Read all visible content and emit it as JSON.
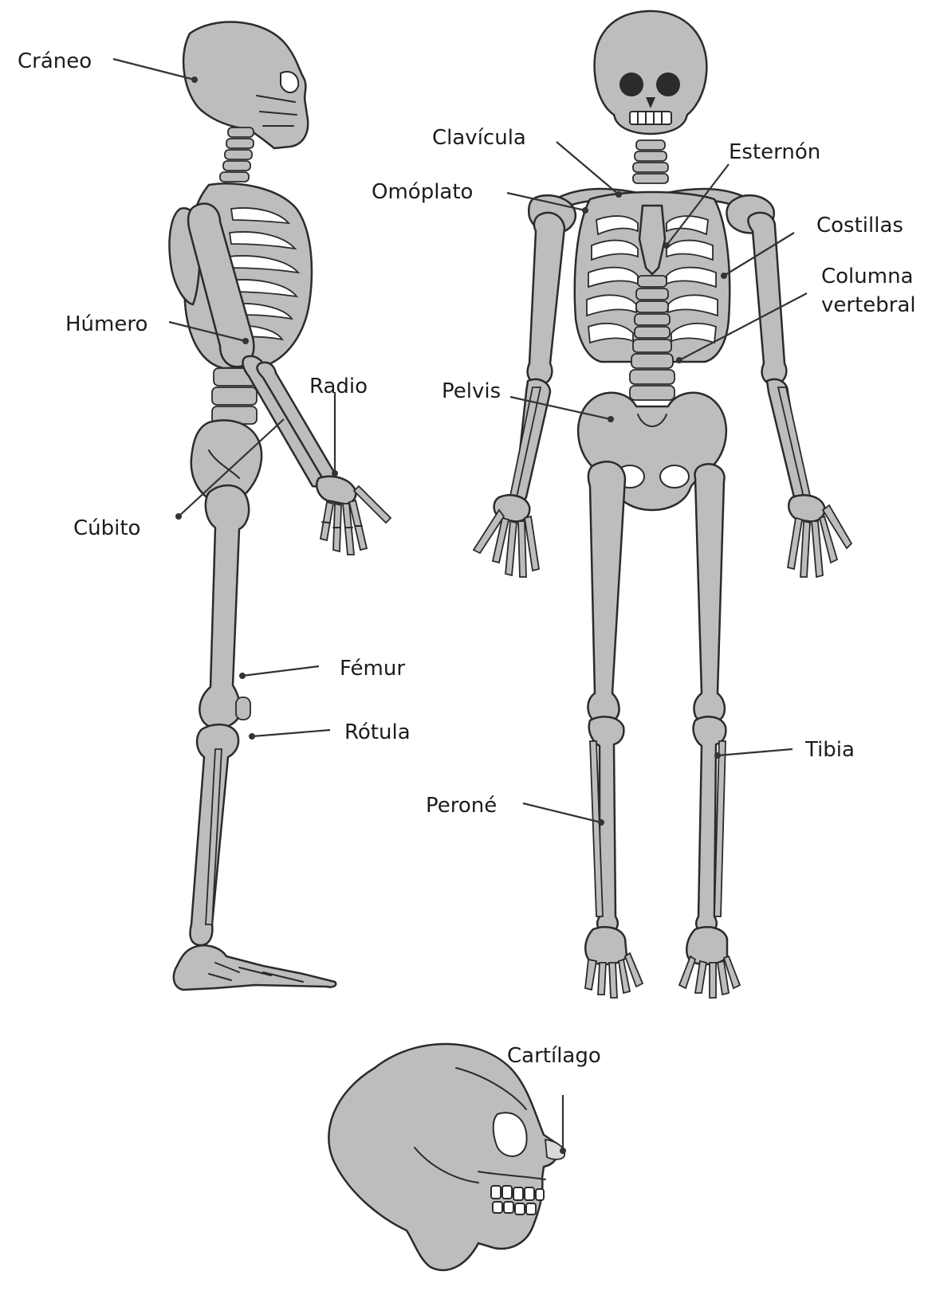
{
  "labels": {
    "craneo": "Cráneo",
    "humero": "Húmero",
    "radio": "Radio",
    "cubito": "Cúbito",
    "femur": "Fémur",
    "rotula": "Rótula",
    "clavicula": "Clavícula",
    "esternon": "Esternón",
    "omoplato": "Omóplato",
    "costillas": "Costillas",
    "columna_line1": "Columna",
    "columna_line2": "vertebral",
    "pelvis": "Pelvis",
    "tibia": "Tibia",
    "perone": "Peroné",
    "cartilago": "Cartílago"
  },
  "colors": {
    "bone_fill": "#bdbdbd",
    "outline": "#2b2b2b",
    "cartilage": "#d9d9d9",
    "background": "#ffffff"
  }
}
